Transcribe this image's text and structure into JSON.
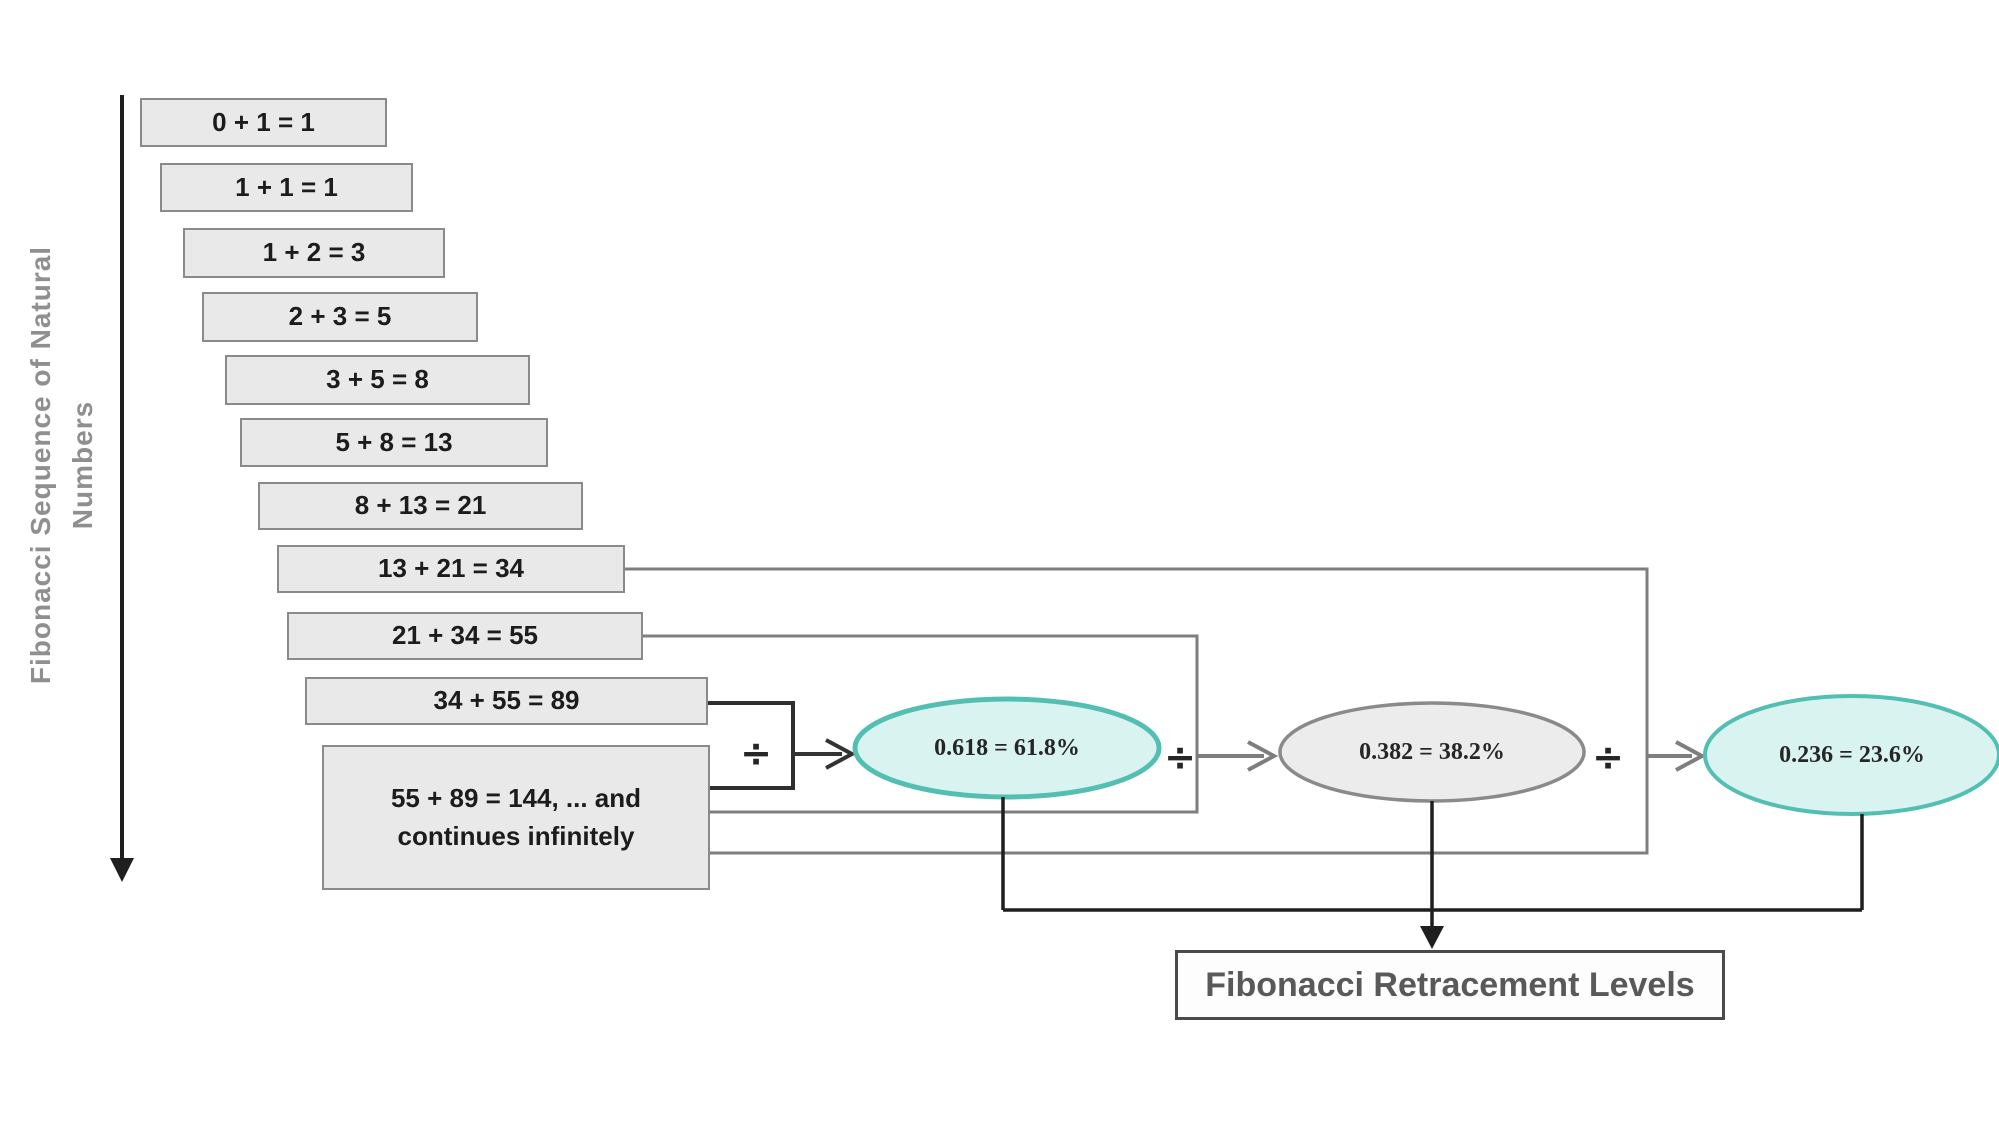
{
  "axis_label": {
    "line1": "Fibonacci Sequence of Natural",
    "line2": "Numbers"
  },
  "sequence_boxes": [
    "0 + 1 = 1",
    "1 + 1 = 1",
    "1 + 2 = 3",
    "2 + 3 = 5",
    "3 + 5 = 8",
    "5 + 8 = 13",
    "8 + 13 = 21",
    "13 + 21 = 34",
    "21 + 34 = 55",
    "34 + 55 = 89",
    "55 + 89 = 144, ... and\ncontinues infinitely"
  ],
  "divide_symbol": "÷",
  "ratio_ellipses": [
    {
      "label": "0.618 = 61.8%",
      "style": "teal"
    },
    {
      "label": "0.382 = 38.2%",
      "style": "gray"
    },
    {
      "label": "0.236 = 23.6%",
      "style": "teal"
    }
  ],
  "result_box_label": "Fibonacci Retracement Levels",
  "colors": {
    "teal_border": "#53bfb3",
    "teal_fill": "#d9f3f1",
    "gray_fill": "#ececec",
    "gray_border": "#8a8a8a",
    "box_fill": "#e9e9e9",
    "box_border": "#8a8a8a",
    "connector_gray": "#7e7e7e",
    "line_black": "#1f1f1f",
    "label_gray": "#8f8f8f",
    "text_dark": "#1c1c1c",
    "result_text": "#595959"
  }
}
